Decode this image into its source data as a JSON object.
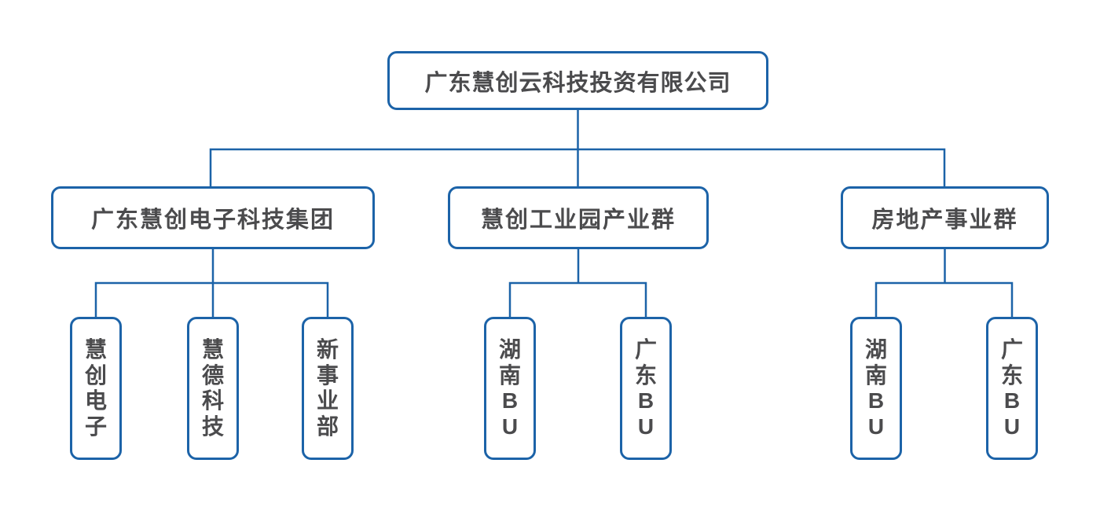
{
  "colors": {
    "canvas_bg": "#ffffff",
    "box_fill": "#ffffff",
    "box_border_blue": "#1c63a8",
    "line_blue": "#1c63a8",
    "text_gray": "#4b4b4d"
  },
  "org_chart": {
    "root": {
      "label": "广东慧创云科技投资有限公司"
    },
    "groups": [
      {
        "label": "广东慧创电子科技集团",
        "children": [
          {
            "label": "慧创电子"
          },
          {
            "label": "慧德科技"
          },
          {
            "label": "新事业部"
          }
        ]
      },
      {
        "label": "慧创工业园产业群",
        "children": [
          {
            "label": "湖南BU"
          },
          {
            "label": "广东BU"
          }
        ]
      },
      {
        "label": "房地产事业群",
        "children": [
          {
            "label": "湖南BU"
          },
          {
            "label": "广东BU"
          }
        ]
      }
    ]
  }
}
